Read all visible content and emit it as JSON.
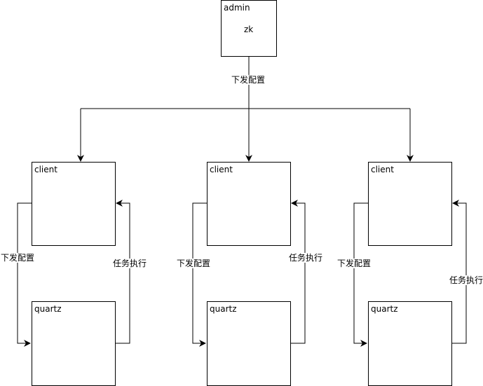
{
  "admin": {
    "title": "admin",
    "subtitle": "zk"
  },
  "top_edge_label": "下发配置",
  "columns": [
    {
      "client": "client",
      "quartz": "quartz",
      "left_label": "下发配置",
      "right_label": "任务执行"
    },
    {
      "client": "client",
      "quartz": "quartz",
      "left_label": "下发配置",
      "right_label": "任务执行"
    },
    {
      "client": "client",
      "quartz": "quartz",
      "left_label": "下发配置",
      "right_label": "任务执行"
    }
  ]
}
